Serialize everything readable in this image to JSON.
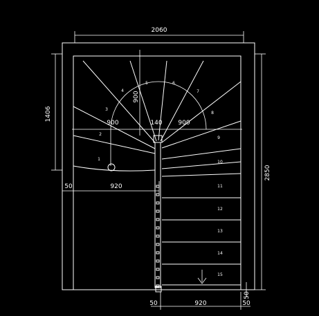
{
  "drawing": {
    "colors": {
      "background": "#000000",
      "lines": "#ffffff"
    },
    "dimensions": {
      "top_width": "2060",
      "left_height": "1406",
      "right_height": "2850",
      "left_offset": "50",
      "left_span": "920",
      "bottom_offset_left": "50",
      "bottom_span": "920",
      "bottom_offset_right": "50",
      "bottom_small": "50",
      "radius_vertical": "900",
      "radius_left": "900",
      "radius_right": "900",
      "center_radius": "140"
    },
    "steps": [
      "1",
      "2",
      "3",
      "4",
      "5",
      "6",
      "7",
      "8",
      "9",
      "10",
      "11",
      "12",
      "13",
      "14",
      "15"
    ]
  }
}
